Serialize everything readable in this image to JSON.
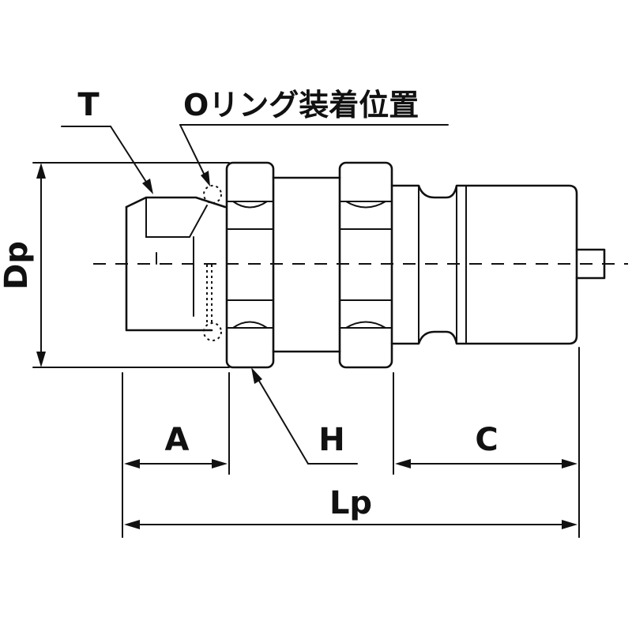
{
  "labels": {
    "thread": "T",
    "oring": "Oリング装着位置",
    "diameter": "Dp",
    "length_a": "A",
    "hex": "H",
    "length_c": "C",
    "length_total": "Lp"
  }
}
